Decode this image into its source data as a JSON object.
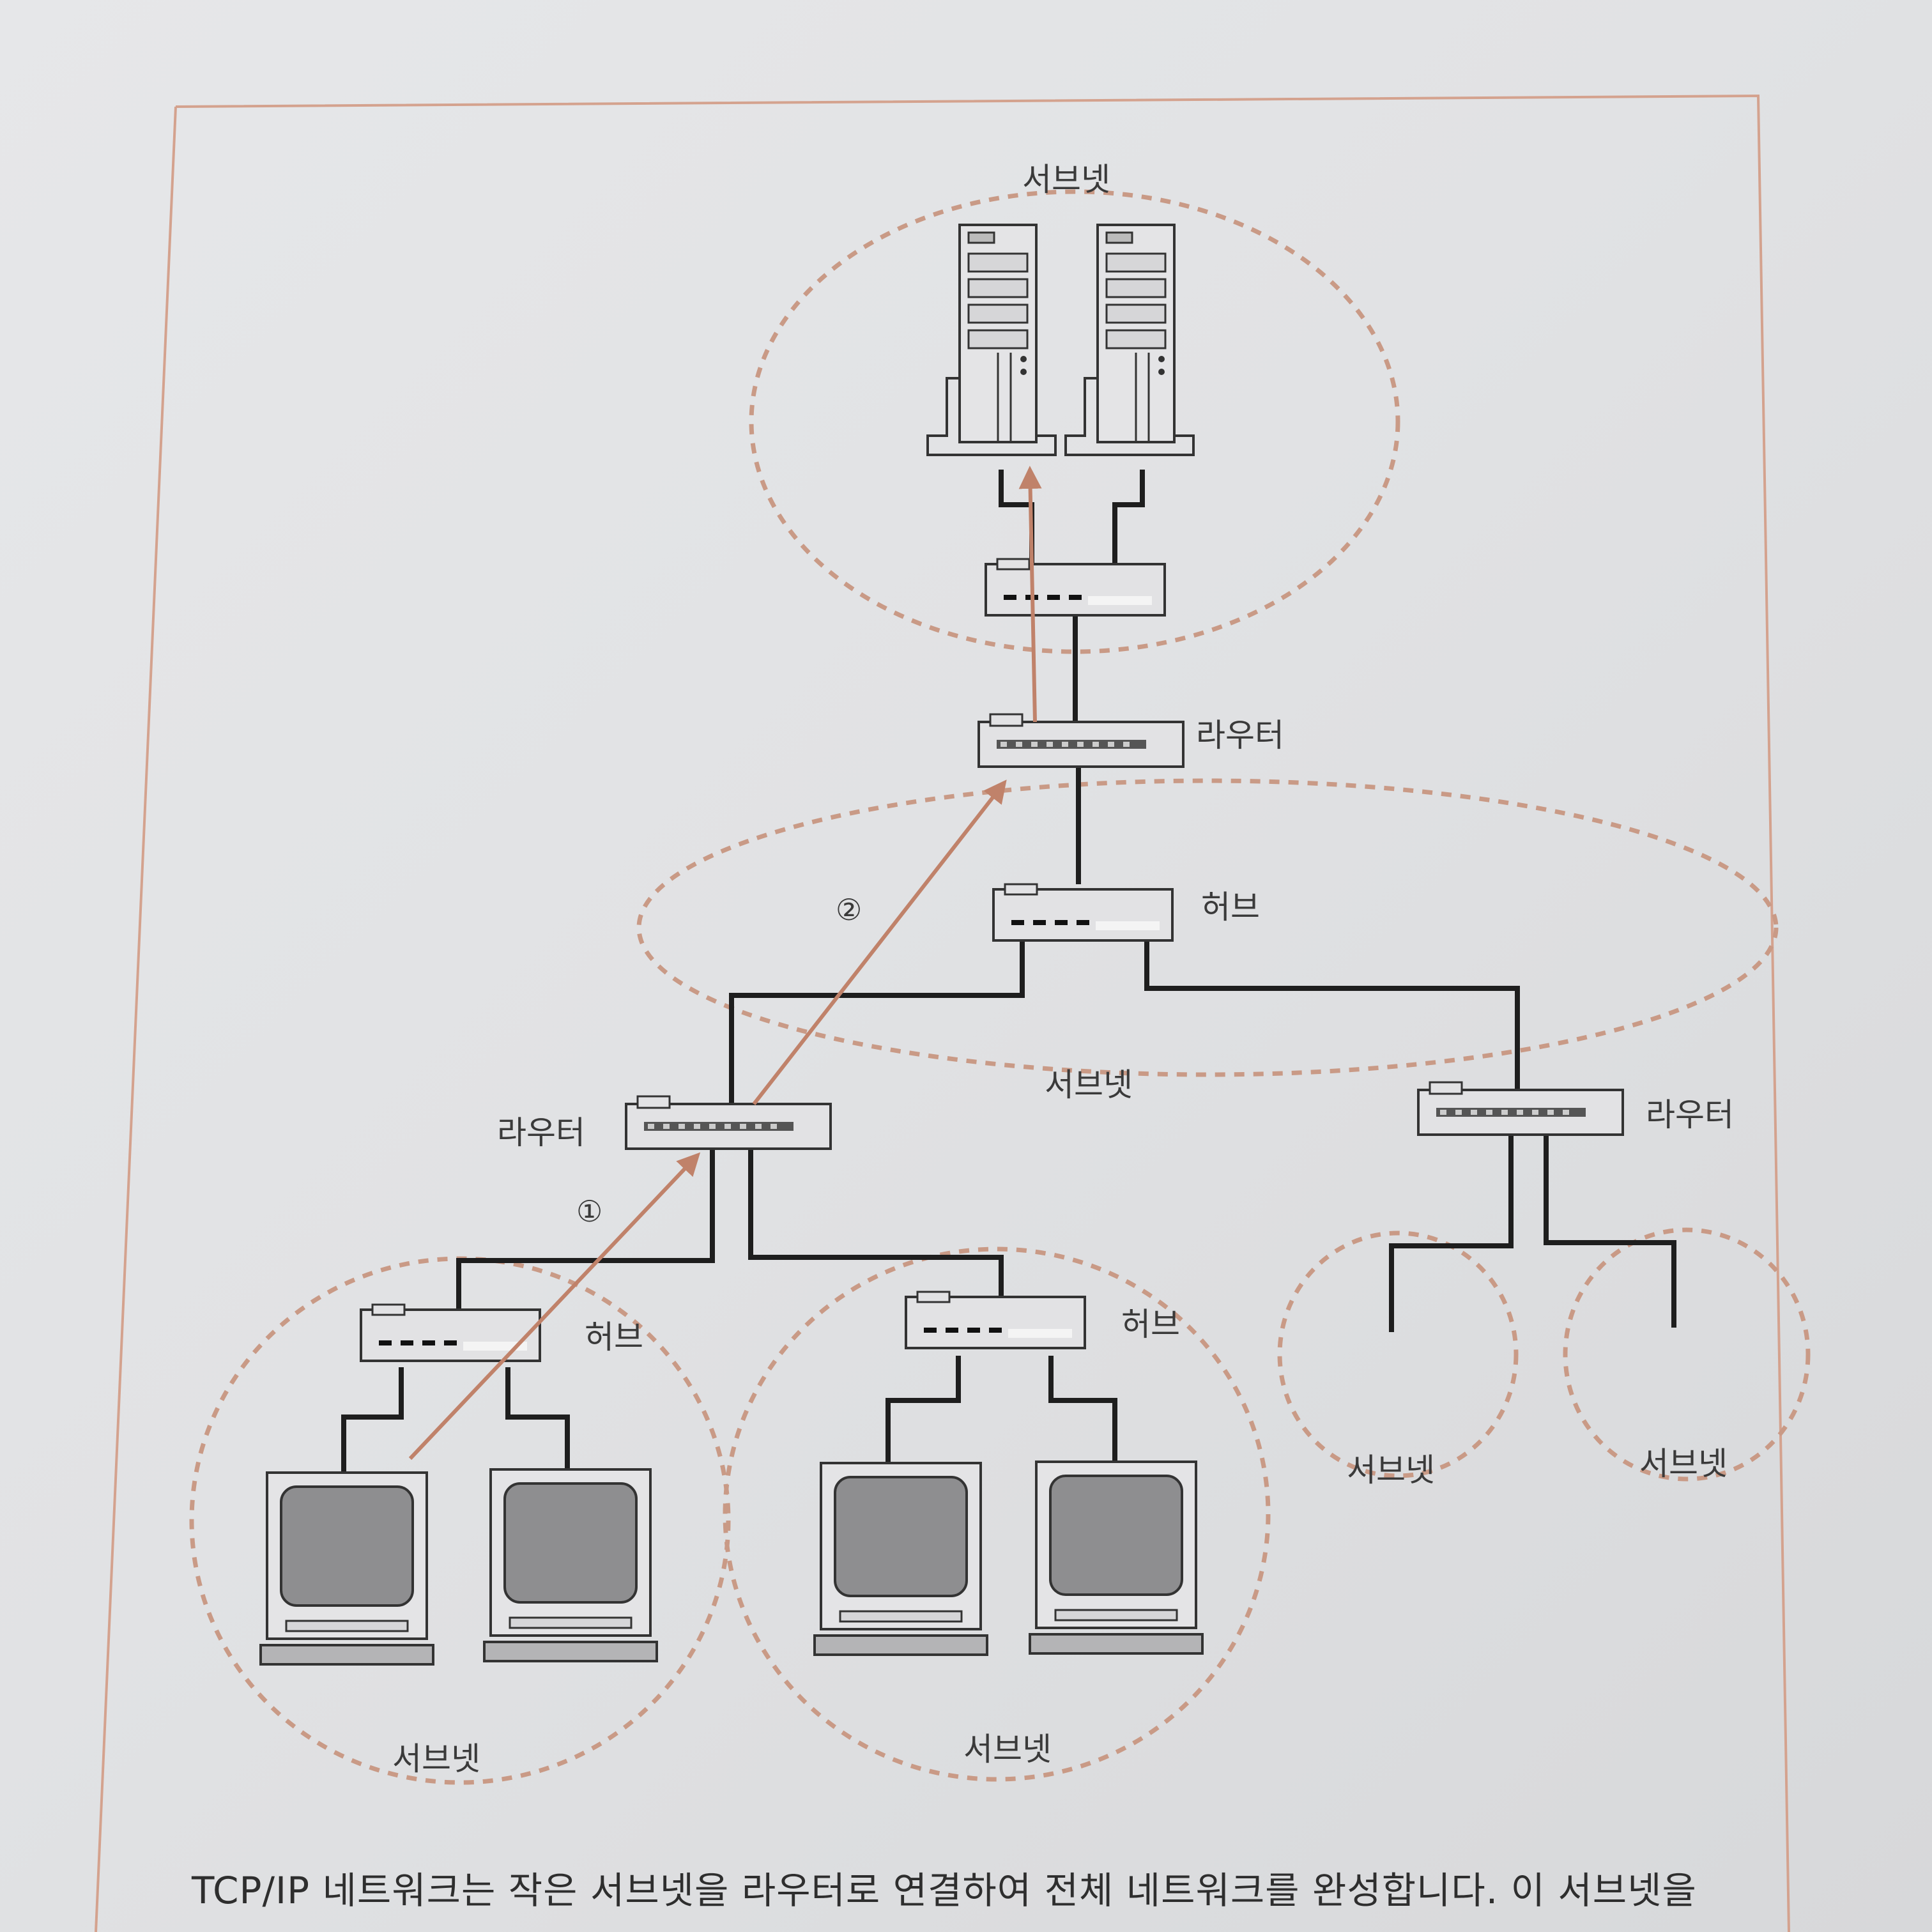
{
  "labels": {
    "subnet": "서브넷",
    "router": "라우터",
    "hub": "허브"
  },
  "steps": {
    "one": "①",
    "two": "②"
  },
  "caption": "TCP/IP 네트워크는 작은 서브넷을 라우터로 연결하여 전체 네트워크를 완성합니다. 이 서브넷을",
  "colors": {
    "accent": "#c0826a",
    "device_fill": "#e2e2e4",
    "line": "#1e1e1e",
    "frame": "#d4a28e"
  }
}
